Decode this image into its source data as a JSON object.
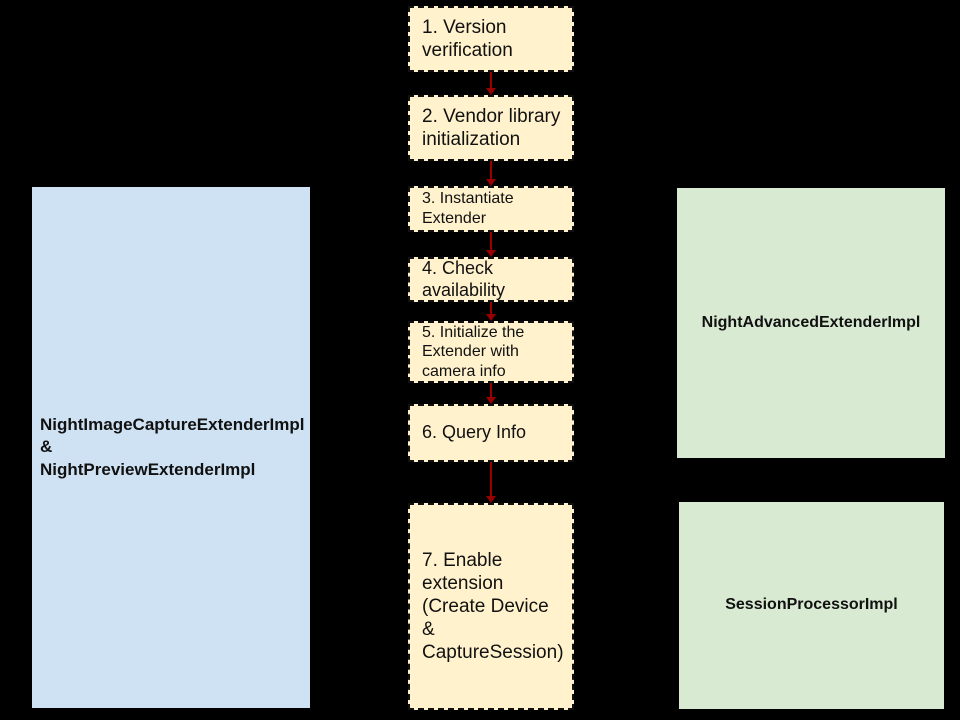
{
  "colors": {
    "background": "#000000",
    "step_fill": "#FFF2CC",
    "step_border": "#111111",
    "left_fill": "#CFE2F3",
    "right_fill": "#D9EAD3",
    "arrow": "#990000",
    "text": "#111111"
  },
  "flow": {
    "steps": [
      {
        "id": 1,
        "label": "1. Version\nverification"
      },
      {
        "id": 2,
        "label": "2. Vendor library\ninitialization"
      },
      {
        "id": 3,
        "label": "3. Instantiate\nExtender"
      },
      {
        "id": 4,
        "label": "4. Check availability"
      },
      {
        "id": 5,
        "label": "5. Initialize the\nExtender with\ncamera info"
      },
      {
        "id": 6,
        "label": "6. Query Info"
      },
      {
        "id": 7,
        "label": "7. Enable\nextension\n(Create Device &\nCaptureSession)"
      }
    ]
  },
  "left_panel": {
    "label": "NightImageCaptureExtenderImpl\n&\nNightPreviewExtenderImpl"
  },
  "right_panels": [
    {
      "label": "NightAdvancedExtenderImpl"
    },
    {
      "label": "SessionProcessorImpl"
    }
  ]
}
